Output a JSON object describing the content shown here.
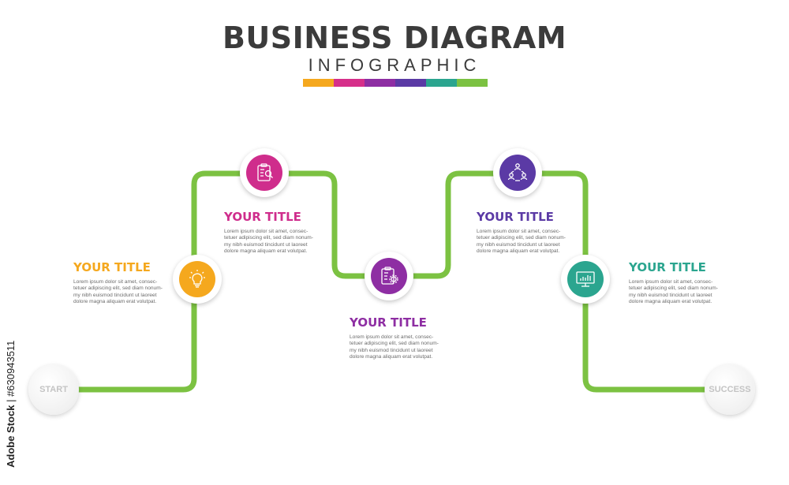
{
  "header": {
    "title": "BUSINESS DIAGRAM",
    "subtitle": "INFOGRAPHIC",
    "bar_colors": [
      "#f5a81e",
      "#d62f8a",
      "#8e2ea3",
      "#5b3aa5",
      "#2ba58f",
      "#7cc242"
    ]
  },
  "line_color": "#7cc242",
  "start_label": "START",
  "end_label": "SUCCESS",
  "steps": [
    {
      "title": "YOUR TITLE",
      "color": "#f5a81e",
      "icon": "lightbulb-icon",
      "lines": [
        "Lorem ipsum dolor sit amet, consec-",
        "tetuer adipiscing elit, sed diam nonum-",
        "my nibh euismod tincidunt ut laoreet",
        "dolore magna aliquam erat volutpat."
      ]
    },
    {
      "title": "YOUR TITLE",
      "color": "#cf2d8c",
      "icon": "clipboard-search-icon",
      "lines": [
        "Lorem ipsum dolor sit amet, consec-",
        "tetuer adipiscing elit, sed diam nonum-",
        "my nibh euismod tincidunt ut laoreet",
        "dolore magna aliquam erat volutpat."
      ]
    },
    {
      "title": "YOUR TITLE",
      "color": "#8e2ea3",
      "icon": "clipboard-gear-icon",
      "lines": [
        "Lorem ipsum dolor sit amet, consec-",
        "tetuer adipiscing elit, sed diam nonum-",
        "my nibh euismod tincidunt ut laoreet",
        "dolore magna aliquam erat volutpat."
      ]
    },
    {
      "title": "YOUR TITLE",
      "color": "#5b3aa5",
      "icon": "team-network-icon",
      "lines": [
        "Lorem ipsum dolor sit amet, consec-",
        "tetuer adipiscing elit, sed diam nonum-",
        "my nibh euismod tincidunt ut laoreet",
        "dolore magna aliquam erat volutpat."
      ]
    },
    {
      "title": "YOUR TITLE",
      "color": "#2ba58f",
      "icon": "monitor-chart-icon",
      "lines": [
        "Lorem ipsum dolor sit amet, consec-",
        "tetuer adipiscing elit, sed diam nonum-",
        "my nibh euismod tincidunt ut laoreet",
        "dolore magna aliquam erat volutpat."
      ]
    }
  ],
  "watermark_id": "630943511",
  "watermark_text": "Adobe Stock"
}
